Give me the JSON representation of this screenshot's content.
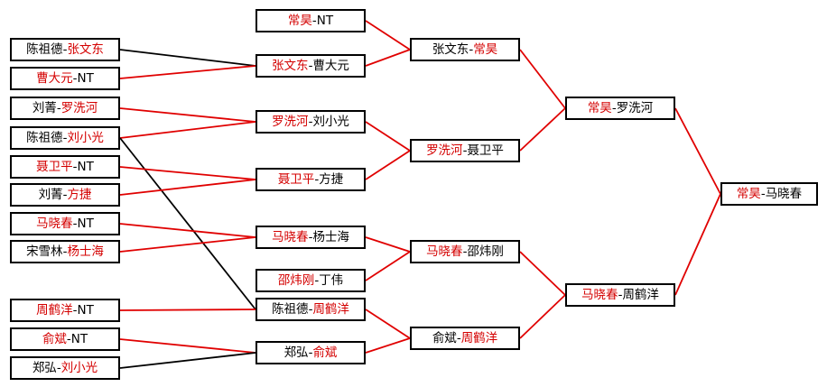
{
  "colors": {
    "winner_text": "#d40000",
    "loser_text": "#000000",
    "line_win": "#e00000",
    "line_other": "#000000",
    "border": "#000000"
  },
  "boxes": {
    "r1_01": {
      "a": "陈祖德",
      "b": "张文东",
      "winner": "b"
    },
    "r1_02": {
      "a": "曹大元",
      "b": "NT",
      "winner": "a"
    },
    "r1_03": {
      "a": "刘菁",
      "b": "罗洗河",
      "winner": "b"
    },
    "r1_04": {
      "a": "陈祖德",
      "b": "刘小光",
      "winner": "b"
    },
    "r1_05": {
      "a": "聂卫平",
      "b": "NT",
      "winner": "a"
    },
    "r1_06": {
      "a": "刘菁",
      "b": "方捷",
      "winner": "b"
    },
    "r1_07": {
      "a": "马晓春",
      "b": "NT",
      "winner": "a"
    },
    "r1_08": {
      "a": "宋雪林",
      "b": "杨士海",
      "winner": "b"
    },
    "r1_09": {
      "a": "周鹤洋",
      "b": "NT",
      "winner": "a"
    },
    "r1_10": {
      "a": "俞斌",
      "b": "NT",
      "winner": "a"
    },
    "r1_11": {
      "a": "郑弘",
      "b": "刘小光",
      "winner": "b"
    },
    "r2_01": {
      "a": "常昊",
      "b": "NT",
      "winner": "a"
    },
    "r2_02": {
      "a": "张文东",
      "b": "曹大元",
      "winner": "a"
    },
    "r2_03": {
      "a": "罗洗河",
      "b": "刘小光",
      "winner": "a"
    },
    "r2_04": {
      "a": "聂卫平",
      "b": "方捷",
      "winner": "a"
    },
    "r2_05": {
      "a": "马晓春",
      "b": "杨士海",
      "winner": "a"
    },
    "r2_06": {
      "a": "邵炜刚",
      "b": "丁伟",
      "winner": "a"
    },
    "r2_07": {
      "a": "陈祖德",
      "b": "周鹤洋",
      "winner": "b"
    },
    "r2_08": {
      "a": "郑弘",
      "b": "俞斌",
      "winner": "b"
    },
    "r3_01": {
      "a": "张文东",
      "b": "常昊",
      "winner": "b"
    },
    "r3_02": {
      "a": "罗洗河",
      "b": "聂卫平",
      "winner": "a"
    },
    "r3_03": {
      "a": "马晓春",
      "b": "邵炜刚",
      "winner": "a"
    },
    "r3_04": {
      "a": "俞斌",
      "b": "周鹤洋",
      "winner": "b"
    },
    "r4_01": {
      "a": "常昊",
      "b": "罗洗河",
      "winner": "a"
    },
    "r4_02": {
      "a": "马晓春",
      "b": "周鹤洋",
      "winner": "a"
    },
    "final": {
      "a": "常昊",
      "b": "马晓春",
      "winner": "a"
    }
  }
}
